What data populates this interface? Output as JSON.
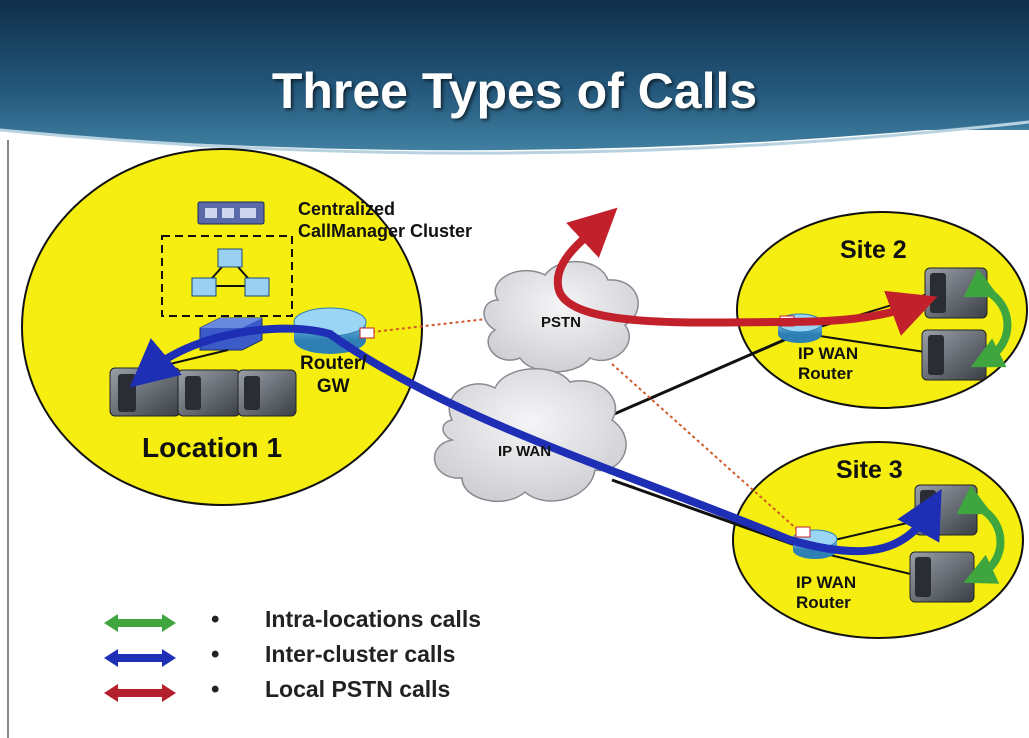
{
  "title": "Three Types of Calls",
  "labels": {
    "cluster": "Centralized",
    "cluster_line2": "CallManager Cluster",
    "router_gw": "Router/",
    "router_gw_line2": "GW",
    "location1": "Location 1",
    "site2": "Site 2",
    "site3": "Site 3",
    "pstn": "PSTN",
    "ipwan": "IP WAN",
    "site2_router": "IP WAN",
    "site2_router_line2": "Router",
    "site3_router": "IP WAN",
    "site3_router_line2": "Router"
  },
  "legend": [
    {
      "bullet": "•",
      "text": "Intra-locations calls",
      "color": "#3fa63f"
    },
    {
      "bullet": "•",
      "text": "Inter-cluster calls",
      "color": "#1f2fb5"
    },
    {
      "bullet": "•",
      "text": "Local PSTN calls",
      "color": "#b5202e"
    }
  ],
  "colors": {
    "header": "#1f4e70",
    "location_fill": "#f5ee10",
    "inter_cluster": "#1f2fb5",
    "pstn_call": "#c2202a",
    "intra_location": "#3fa63f",
    "cloud": "#e8e8ea"
  }
}
